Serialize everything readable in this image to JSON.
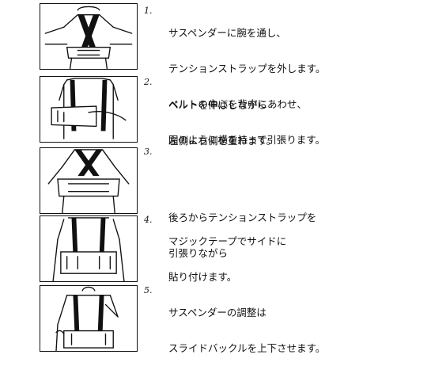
{
  "steps": [
    {
      "number": "1.",
      "lines": [
        "サスペンダーに腕を通し、",
        "テンションストラップを外します。",
        "ベルトの中心を背中にあわせ、",
        "図のように横を持って引張ります。"
      ]
    },
    {
      "number": "2.",
      "lines": [
        "ベルトを伸ばしながら",
        "左側に右側を重ねます。"
      ]
    },
    {
      "number": "3.",
      "lines": []
    },
    {
      "number": "",
      "lines": [
        "後ろからテンションストラップを",
        "引張りながら"
      ]
    },
    {
      "number": "4.",
      "lines": [
        "マジックテープでサイドに",
        "貼り付けます。"
      ]
    },
    {
      "number": "5.",
      "lines": [
        "サスペンダーの調整は",
        "スライドバックルを上下させます。"
      ]
    }
  ]
}
